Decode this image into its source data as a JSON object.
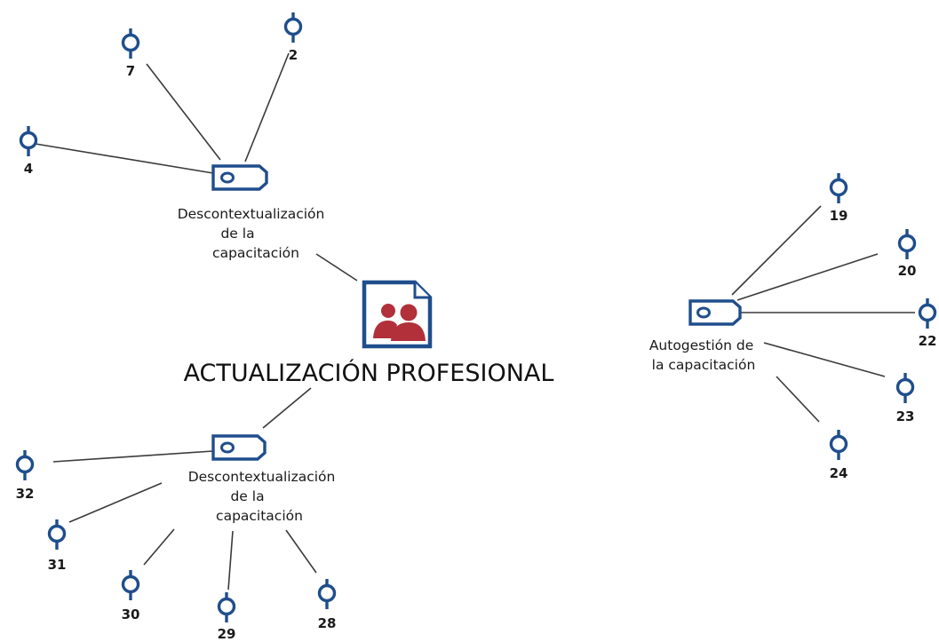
{
  "main_code": {
    "title": "ACTUALIZACIÓN PROFESIONAL",
    "icon": "family-document-icon"
  },
  "codes": [
    {
      "id": "top",
      "label_lines": [
        "Descontextualización",
        "de la",
        "capacitación"
      ],
      "icon": "code-tag-icon",
      "documents": [
        "7",
        "2",
        "4"
      ]
    },
    {
      "id": "bottom",
      "label_lines": [
        "Descontextualización",
        "de la",
        "capacitación"
      ],
      "icon": "code-tag-icon",
      "documents": [
        "32",
        "31",
        "30",
        "29",
        "28"
      ]
    },
    {
      "id": "right",
      "label_lines": [
        "Autogestión de",
        "la capacitación"
      ],
      "icon": "code-tag-icon",
      "documents": [
        "19",
        "20",
        "22",
        "23",
        "24"
      ]
    }
  ],
  "colors": {
    "icon_blue": "#1f4e8c",
    "people_red": "#b1303a",
    "edge": "#3a3a3a"
  }
}
